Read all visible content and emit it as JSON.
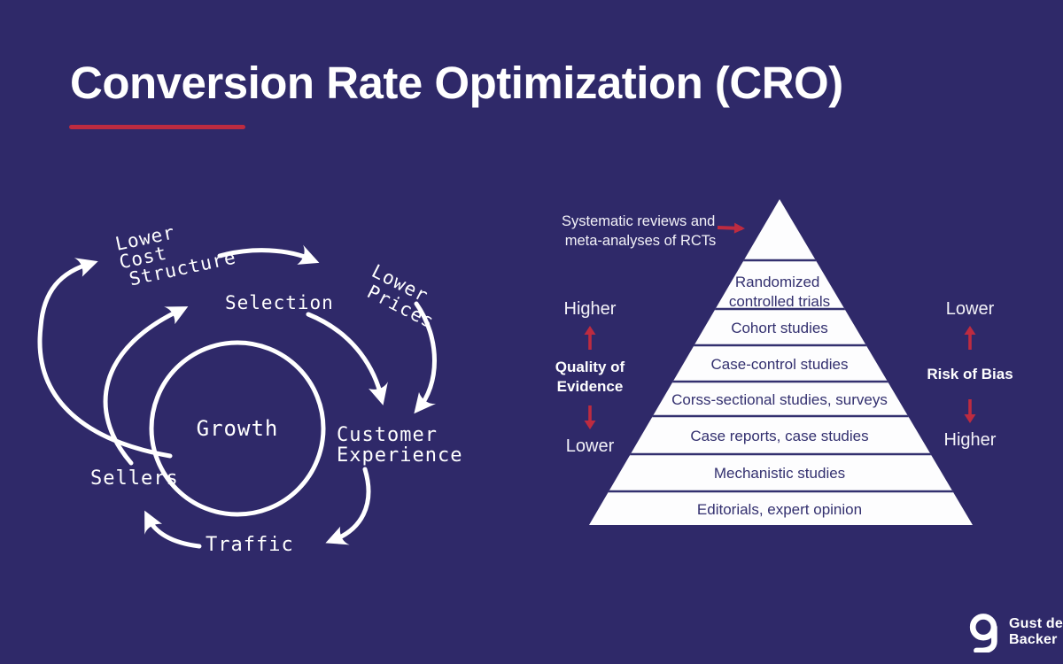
{
  "colors": {
    "background": "#2f2969",
    "accent_red": "#bd2b40",
    "pyramid_fill": "#fdfdfe",
    "navy_text": "#33306f",
    "white": "#ffffff"
  },
  "header": {
    "title": "Conversion Rate Optimization (CRO)"
  },
  "flywheel": {
    "center_label": "Growth",
    "lower_cost_structure": [
      "Lower",
      "Cost",
      "Structure"
    ],
    "selection": "Selection",
    "lower_prices": [
      "Lower",
      "Prices"
    ],
    "customer_experience": [
      "Customer",
      "Experience"
    ],
    "sellers": "Sellers",
    "traffic": "Traffic"
  },
  "pyramid": {
    "apex_label_lines": [
      "Systematic reviews and",
      "meta-analyses of RCTs"
    ],
    "levels": [
      {
        "lines": [
          "Randomized",
          "controlled trials"
        ]
      },
      {
        "lines": [
          "Cohort studies"
        ]
      },
      {
        "lines": [
          "Case-control studies"
        ]
      },
      {
        "lines": [
          "Corss-sectional studies, surveys"
        ]
      },
      {
        "lines": [
          "Case reports, case studies"
        ]
      },
      {
        "lines": [
          "Mechanistic studies"
        ]
      },
      {
        "lines": [
          "Editorials, expert opinion"
        ]
      }
    ]
  },
  "quality_axis": {
    "top": "Higher",
    "label_lines": [
      "Quality of",
      "Evidence"
    ],
    "bottom": "Lower"
  },
  "bias_axis": {
    "top": "Lower",
    "label": "Risk of Bias",
    "bottom": "Higher"
  },
  "logo": {
    "lines": [
      "Gust de",
      "Backer"
    ]
  }
}
